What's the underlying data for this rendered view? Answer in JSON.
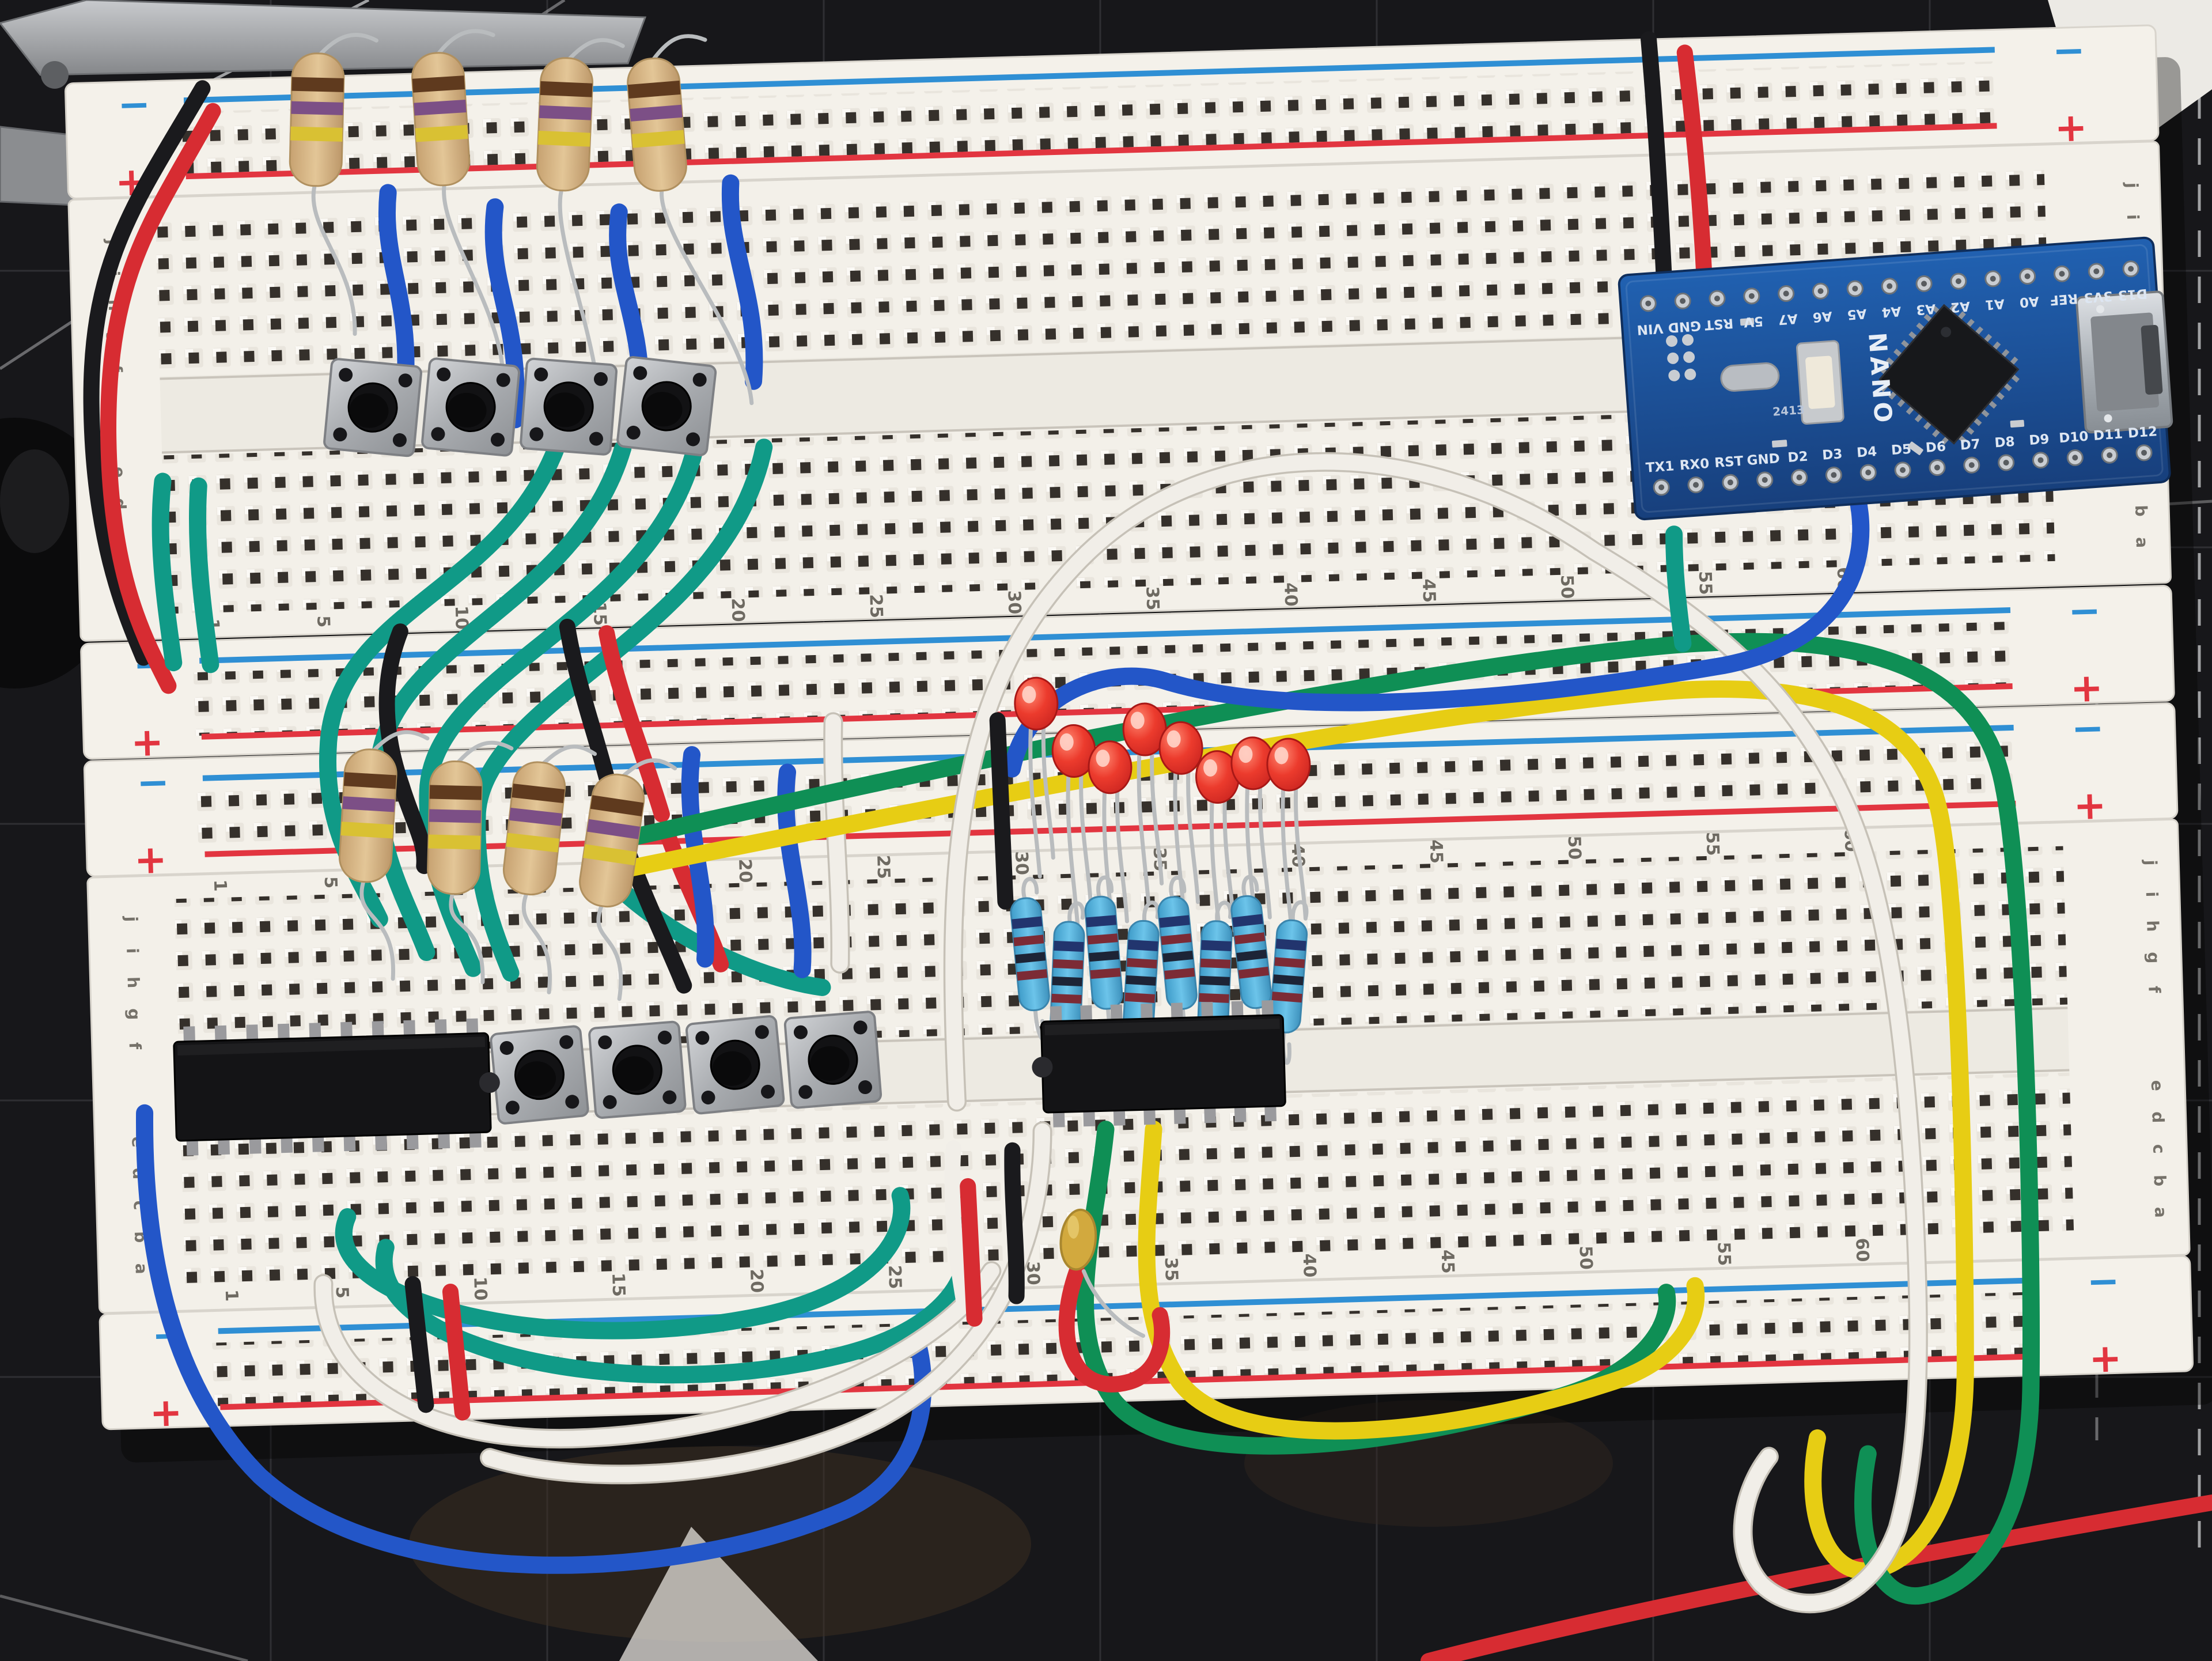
{
  "scene": {
    "description": "Photograph of a breadboard prototype: Arduino Nano driving 8 red LEDs through resistors and two DIP ICs, with push buttons and jumper wires, on a black cutting mat",
    "background_objects": [
      "scissors-blades",
      "white-paper-corner",
      "black-knob",
      "red-hookup-wire-on-mat",
      "wood-surface-patch"
    ],
    "mat_color": "#17171a",
    "mat_grid_color": "#8f9193"
  },
  "breadboard": {
    "body_color": "#f3f0e9",
    "hole_color": "#35302b",
    "rail_positive_color": "#e23540",
    "rail_negative_color": "#2f8fd4",
    "plus_label": "+",
    "minus_label": "−",
    "column_numbers": [
      1,
      5,
      10,
      15,
      20,
      25,
      30,
      35,
      40,
      45,
      50,
      55,
      60
    ],
    "upper_half_rows": [
      "j",
      "i",
      "h",
      "g",
      "f"
    ],
    "lower_half_rows": [
      "e",
      "d",
      "c",
      "b",
      "a"
    ]
  },
  "arduino": {
    "name": "NANO",
    "pcb_color": "#1d55a0",
    "small_text": "2413",
    "top_pin_labels": [
      "VIN",
      "GND",
      "RST",
      "5V",
      "A7",
      "A6",
      "A5",
      "A4",
      "A3",
      "A2",
      "A1",
      "A0",
      "REF",
      "3V3",
      "D13"
    ],
    "bottom_pin_labels": [
      "TX1",
      "RX0",
      "RST",
      "GND",
      "D2",
      "D3",
      "D4",
      "D5",
      "D6",
      "D7",
      "D8",
      "D9",
      "D10",
      "D11",
      "D12"
    ]
  },
  "components": {
    "leds": {
      "count": 8,
      "color": "red"
    },
    "metal_film_resistors": {
      "count": 8,
      "body_color": "light blue",
      "band_colors": [
        "navy",
        "maroon",
        "navy",
        "maroon"
      ]
    },
    "carbon_film_resistors": {
      "count": 8,
      "body_color": "tan",
      "band_colors": [
        "brown",
        "violet",
        "yellow"
      ]
    },
    "push_buttons": {
      "count": 8,
      "style": "tactile switch, silver body, black round cap"
    },
    "dip_ics": {
      "count": 2,
      "color": "black",
      "markings": "unreadable"
    },
    "capacitor": {
      "count": 1,
      "color": "yellow-brown"
    }
  },
  "wires": {
    "colors": [
      "red",
      "black",
      "blue",
      "teal",
      "green",
      "yellow",
      "white"
    ],
    "approx_counts": {
      "red": 7,
      "black": 7,
      "blue": 8,
      "teal": 9,
      "green": 2,
      "yellow": 2,
      "white": 5
    }
  }
}
